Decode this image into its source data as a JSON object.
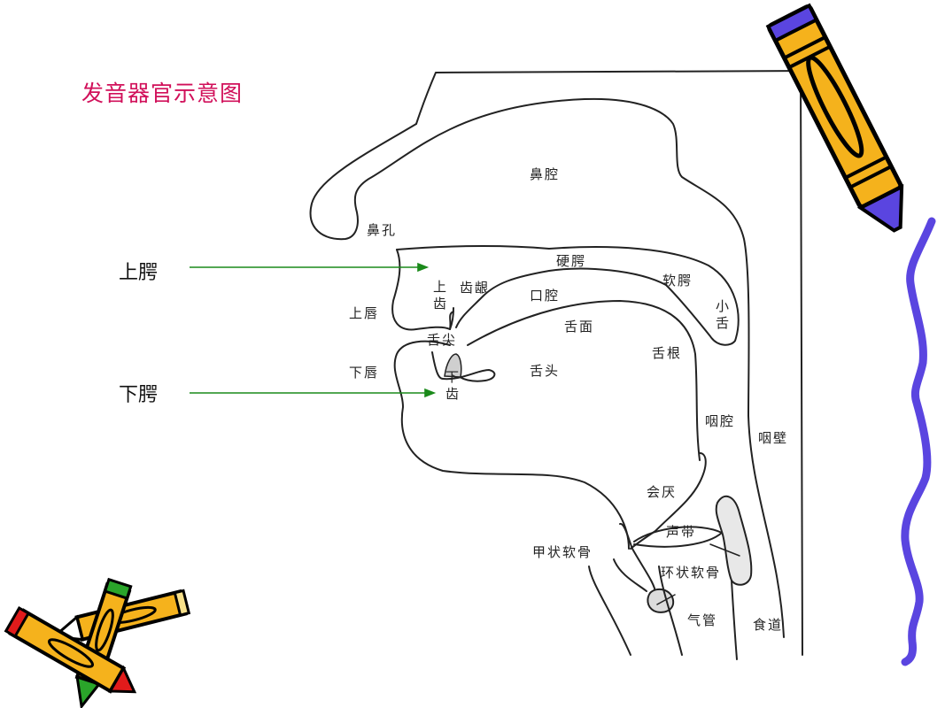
{
  "title": "发音器官示意图",
  "colors": {
    "title": "#d1105a",
    "arrow": "#1a8a1a",
    "outline": "#222222",
    "pencil_body": "#f5b21c",
    "pencil_purple": "#5a45e0",
    "pencil_red": "#e11b1b",
    "pencil_green": "#2aa52a",
    "wavy_line": "#5a45e0"
  },
  "callouts": [
    {
      "id": "upper-gum",
      "label": "上腭",
      "arrow_to": "upper-palate-area"
    },
    {
      "id": "lower-gum",
      "label": "下腭",
      "arrow_to": "lower-teeth-area"
    }
  ],
  "diagram": {
    "labels": {
      "nasal_cavity": "鼻腔",
      "nostril": "鼻孔",
      "hard_palate": "硬腭",
      "upper_teeth": "上齿",
      "alveolar_ridge": "齿龈",
      "oral_cavity": "口腔",
      "soft_palate": "软腭",
      "uvula": "小舌",
      "upper_lip": "上唇",
      "tongue_tip": "舌尖",
      "tongue_surface": "舌面",
      "tongue_root": "舌根",
      "lower_lip": "下唇",
      "tongue_blade": "舌头",
      "lower_teeth": "下齿",
      "pharyngeal_cavity": "咽腔",
      "pharyngeal_wall": "咽壁",
      "epiglottis": "会厌",
      "vocal_cords": "声带",
      "thyroid_cartilage": "甲状软骨",
      "cricoid_cartilage": "环状软骨",
      "trachea": "气管",
      "esophagus": "食道"
    }
  },
  "decorations": {
    "top_right": "pencil-icon",
    "bottom_left": "crossed-pencils-icon",
    "right_edge": "wavy-line"
  }
}
